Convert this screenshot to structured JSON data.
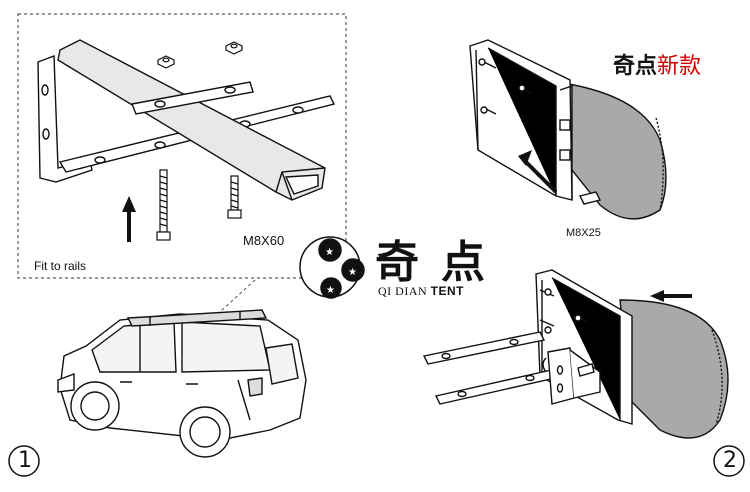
{
  "labels": {
    "fit_to_rails": "Fit to rails",
    "bolt_m8x60": "M8X60",
    "bolt_m8x25": "M8X25"
  },
  "brand": {
    "name_cn": "奇点",
    "name_en_part1": "QI DIAN ",
    "name_en_part2": "TENT"
  },
  "new_model": {
    "part1": "奇点",
    "part2": "新款"
  },
  "steps": {
    "step1": "①",
    "step2": "②"
  },
  "colors": {
    "awning_fabric": "#a9a9a9",
    "new_model_red": "#d40000",
    "line": "#111111"
  }
}
